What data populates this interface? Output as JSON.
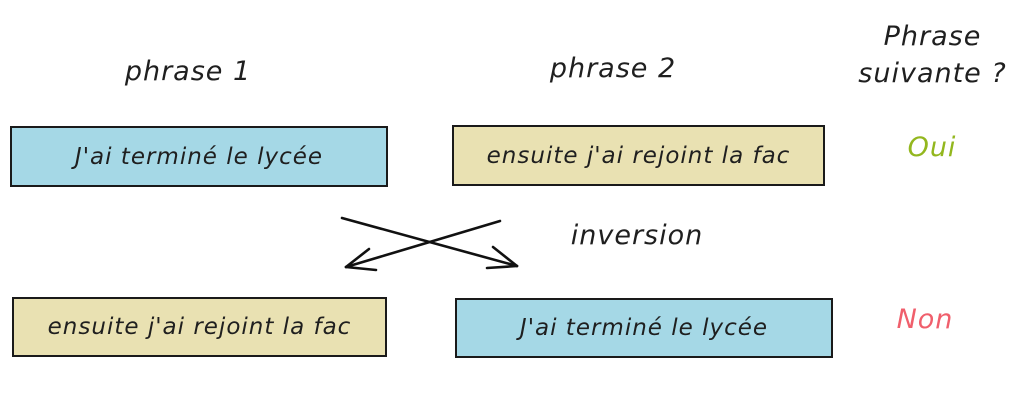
{
  "headers": {
    "col1": "phrase 1",
    "col2": "phrase 2",
    "col3_line1": "Phrase",
    "col3_line2": "suivante ?"
  },
  "row1": {
    "phrase1": "J'ai terminé le lycée",
    "phrase2": "ensuite j'ai rejoint la fac",
    "answer": "Oui"
  },
  "transform": {
    "label": "inversion"
  },
  "row2": {
    "phrase1": "ensuite j'ai rejoint la fac",
    "phrase2": "J'ai terminé le lycée",
    "answer": "Non"
  },
  "colors": {
    "blue_box": "#a5d8e6",
    "tan_box": "#e9e1b2",
    "yes_green": "#93b71e",
    "no_red": "#f05f6c",
    "box_border": "#1a1a1a",
    "text": "#1f1f1f"
  }
}
